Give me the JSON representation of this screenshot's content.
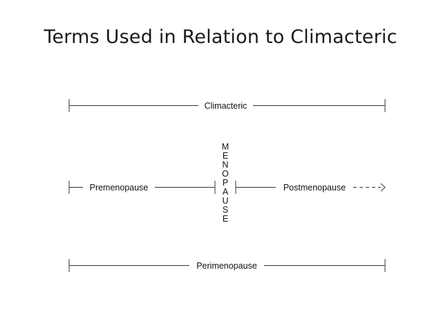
{
  "title": "Terms Used in Relation to Climacteric",
  "diagram": {
    "climacteric_label": "Climacteric",
    "premenopause_label": "Premenopause",
    "menopause_letters": [
      "M",
      "E",
      "N",
      "O",
      "P",
      "A",
      "U",
      "S",
      "E"
    ],
    "postmenopause_label": "Postmenopause",
    "perimenopause_label": "Perimenopause"
  },
  "colors": {
    "line": "#333333",
    "text": "#111111"
  }
}
